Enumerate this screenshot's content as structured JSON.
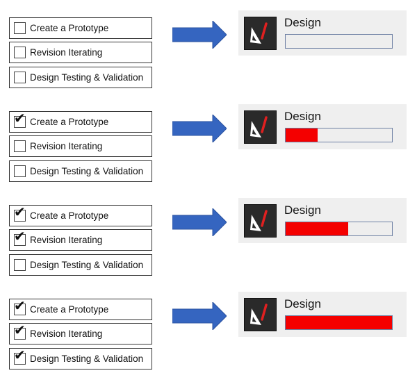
{
  "colors": {
    "arrow": "#3565c0",
    "progress_fill": "#f40000",
    "panel_bg": "#efefef"
  },
  "panel_icon": "set-square-and-pencil-icon",
  "steps": [
    {
      "tasks": [
        {
          "label": "Create a Prototype",
          "checked": false
        },
        {
          "label": "Revision Iterating",
          "checked": false
        },
        {
          "label": "Design Testing & Validation",
          "checked": false
        }
      ],
      "panel": {
        "title": "Design",
        "progress": 0
      }
    },
    {
      "tasks": [
        {
          "label": "Create a Prototype",
          "checked": true
        },
        {
          "label": "Revision Iterating",
          "checked": false
        },
        {
          "label": "Design Testing & Validation",
          "checked": false
        }
      ],
      "panel": {
        "title": "Design",
        "progress": 0.3
      }
    },
    {
      "tasks": [
        {
          "label": "Create a Prototype",
          "checked": true
        },
        {
          "label": "Revision Iterating",
          "checked": true
        },
        {
          "label": "Design Testing & Validation",
          "checked": false
        }
      ],
      "panel": {
        "title": "Design",
        "progress": 0.59
      }
    },
    {
      "tasks": [
        {
          "label": "Create a Prototype",
          "checked": true
        },
        {
          "label": "Revision Iterating",
          "checked": true
        },
        {
          "label": "Design Testing & Validation",
          "checked": true
        }
      ],
      "panel": {
        "title": "Design",
        "progress": 1
      }
    }
  ],
  "check_glyph": "✔"
}
